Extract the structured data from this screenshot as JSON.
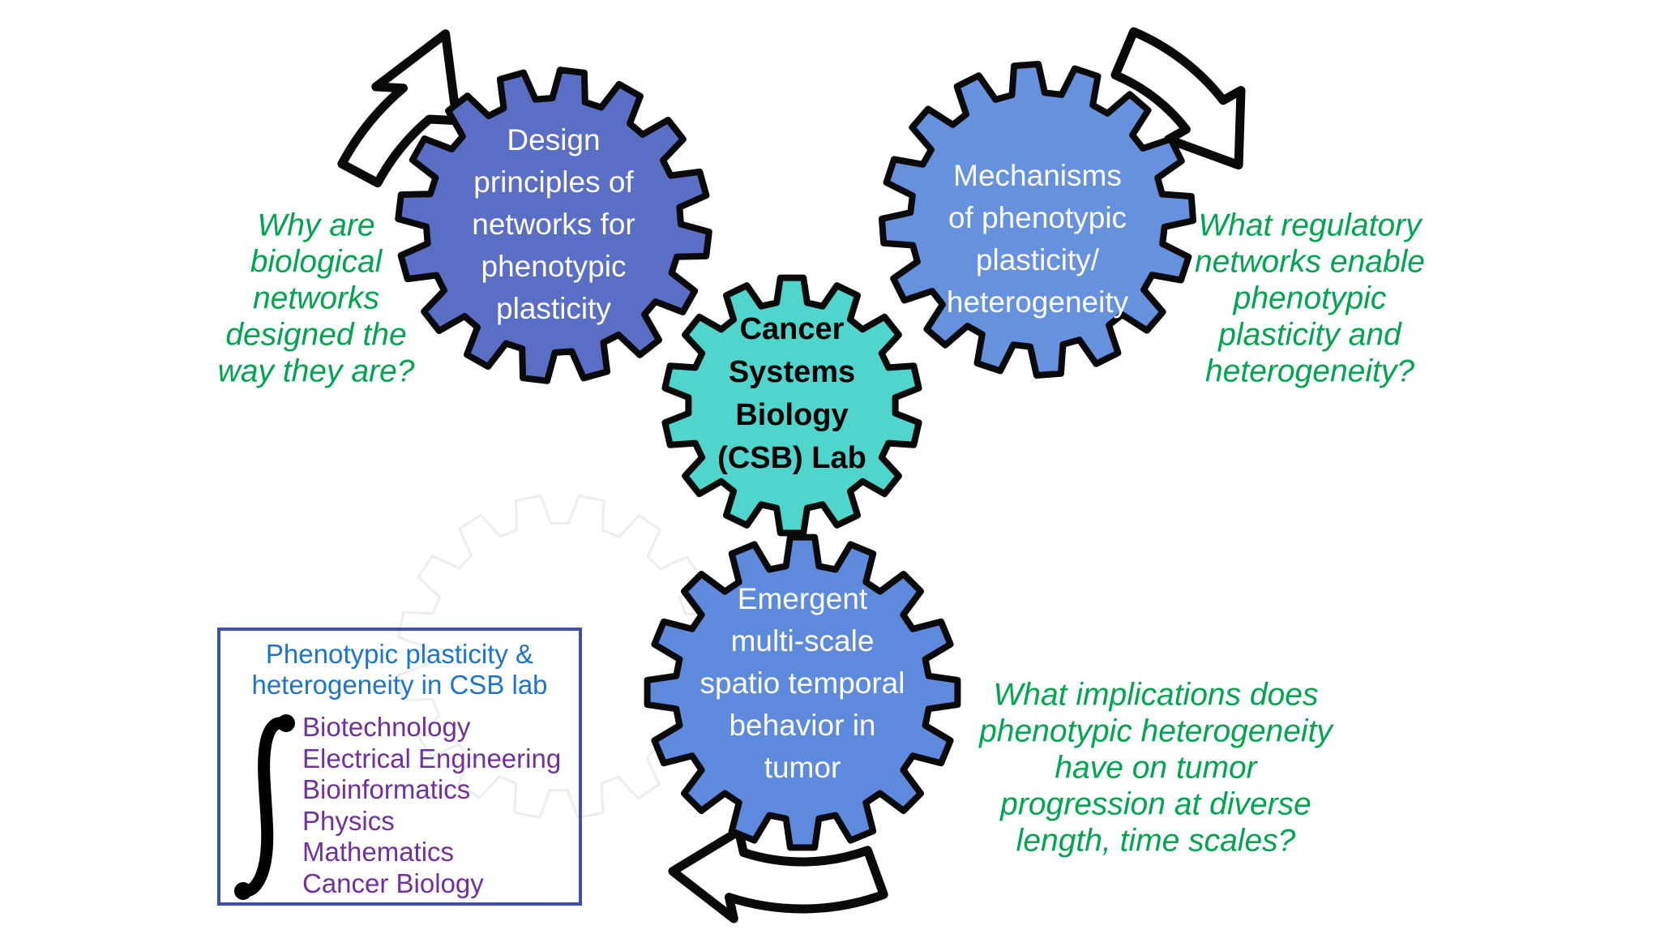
{
  "gears": {
    "stroke_color": "#0a0a0a",
    "center": {
      "text": "Cancer\nSystems\nBiology\n(CSB) Lab",
      "color": "#4ed6cd",
      "text_color": "#000000"
    },
    "design": {
      "text": "Design\nprinciples of\nnetworks for\nphenotypic\nplasticity",
      "color": "#5a6ec6",
      "text_color": "#ffffff"
    },
    "mechanisms": {
      "text": "Mechanisms\nof phenotypic\nplasticity/\nheterogeneity",
      "color": "#6691df",
      "text_color": "#ffffff"
    },
    "emergent": {
      "text": "Emergent\nmulti-scale\nspatio temporal\nbehavior in\ntumor",
      "color": "#5e8ade",
      "text_color": "#ffffff"
    }
  },
  "questions": {
    "color": "#00a54f",
    "design": {
      "text": "Why are\nbiological\nnetworks\ndesigned the\nway they are?"
    },
    "mechanisms": {
      "text": "What regulatory\nnetworks enable\nphenotypic\nplasticity and\nheterogeneity?"
    },
    "emergent": {
      "text": "What implications does\nphenotypic heterogeneity\nhave on tumor\nprogression at diverse\nlength, time scales?"
    }
  },
  "legend": {
    "title": "Phenotypic plasticity &\nheterogeneity in CSB lab",
    "integral_symbol": "∫",
    "disciplines": [
      "Biotechnology",
      "Electrical Engineering",
      "Bioinformatics",
      "Physics",
      "Mathematics",
      "Cancer Biology"
    ],
    "title_color": "#1b75ce",
    "discipline_color": "#7030a0",
    "border_color": "#3f51a5"
  },
  "arrows": {
    "fill": "#ffffff",
    "outline": "#0a0a0a"
  }
}
